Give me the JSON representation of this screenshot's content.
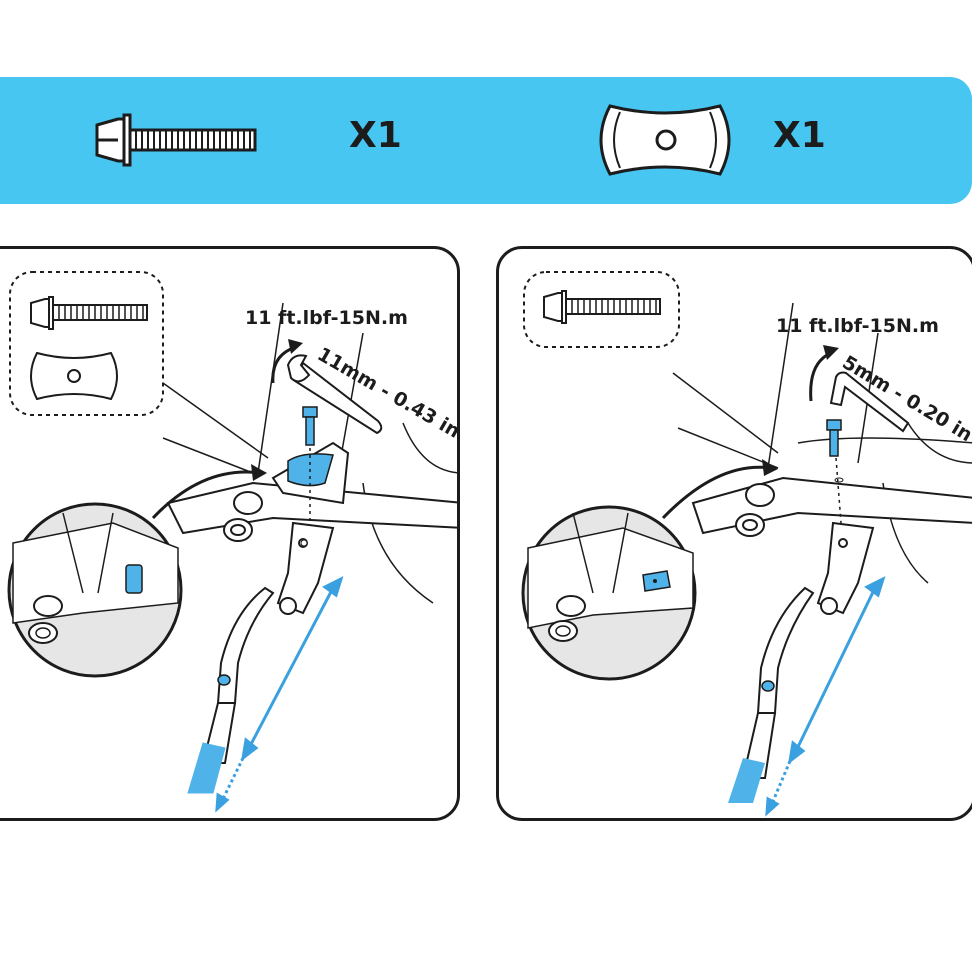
{
  "parts": {
    "bolt": {
      "icon": "bolt-icon",
      "quantity": "X1"
    },
    "plate": {
      "icon": "clamp-plate-icon",
      "quantity": "X1"
    }
  },
  "steps": [
    {
      "inset_parts": [
        "bolt-icon",
        "clamp-plate-icon"
      ],
      "torque": "11 ft.lbf-15N.m",
      "tool_size": "11mm - 0.43 in",
      "tool_icon": "wrench-icon"
    },
    {
      "inset_parts": [
        "bolt-icon"
      ],
      "torque": "11 ft.lbf-15N.m",
      "tool_size": "5mm - 0.20 in",
      "tool_icon": "hex-key-icon"
    }
  ],
  "colors": {
    "banner": "#47c6f2",
    "accent": "#3aa0e0",
    "part_blue": "#4fb3ea",
    "ink": "#1c1c1c",
    "shade": "#e6e6e6"
  }
}
